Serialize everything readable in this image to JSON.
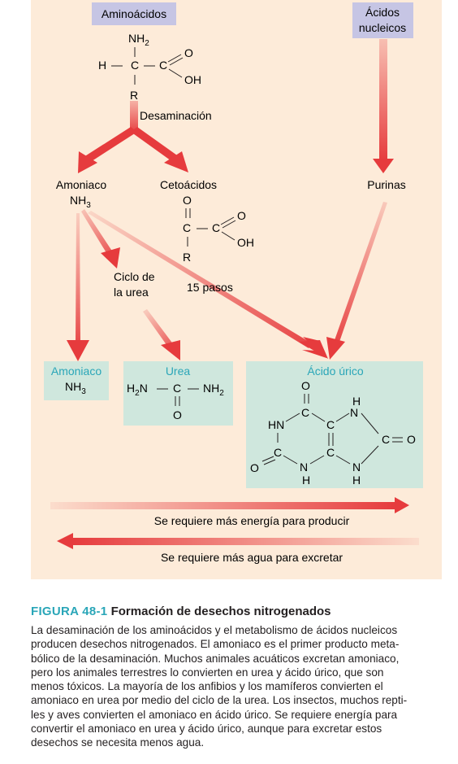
{
  "figure": {
    "boxes": {
      "aminoacidos": "Aminoácidos",
      "acidos_nucleicos_1": "Ácidos",
      "acidos_nucleicos_2": "nucleicos"
    },
    "labels": {
      "desaminacion": "Desaminación",
      "amoniaco": "Amoniaco",
      "cetoacidos": "Cetoácidos",
      "purinas": "Purinas",
      "ciclo_1": "Ciclo de",
      "ciclo_2": "la urea",
      "pasos": "15 pasos",
      "energia": "Se requiere más energía para producir",
      "agua": "Se requiere más agua para excretar"
    },
    "products": {
      "amoniaco_title": "Amoniaco",
      "urea_title": "Urea",
      "urico_title": "Ácido úrico"
    },
    "formulas": {
      "nh3_base": "NH",
      "nh3_sub": "3",
      "nh2_base": "NH",
      "nh2_sub": "2",
      "h2n_h": "H",
      "h2n_sub": "2",
      "h2n_n": "N",
      "h": "H",
      "c": "C",
      "r": "R",
      "o": "O",
      "oh": "OH",
      "n": "N",
      "hn": "HN"
    },
    "colors": {
      "panel": "#fdebd9",
      "lavender": "#c6c5e4",
      "teal_box": "#cfe7dd",
      "accent_blue": "#2aa6b8",
      "arrow_red": "#e63b3d"
    }
  },
  "caption": {
    "label": "FIGURA 48-1",
    "title": "Formación de desechos nitrogenados",
    "lines": [
      "La desaminación de los aminoácidos y el metabolismo de ácidos nucleicos",
      "producen desechos nitrogenados. El amoniaco es el primer producto meta-",
      "bólico de la desaminación. Muchos animales acuáticos excretan amoniaco,",
      "pero los animales terrestres lo convierten en urea y ácido úrico, que son",
      "menos tóxicos. La mayoría de los anfibios y los mamíferos convierten el",
      "amoniaco en urea por medio del ciclo de la urea. Los insectos, muchos repti-",
      "les y aves convierten el amoniaco en ácido úrico. Se requiere energía para",
      "convertir el amoniaco en urea y ácido úrico, aunque para excretar estos",
      "desechos se necesita menos agua."
    ]
  }
}
